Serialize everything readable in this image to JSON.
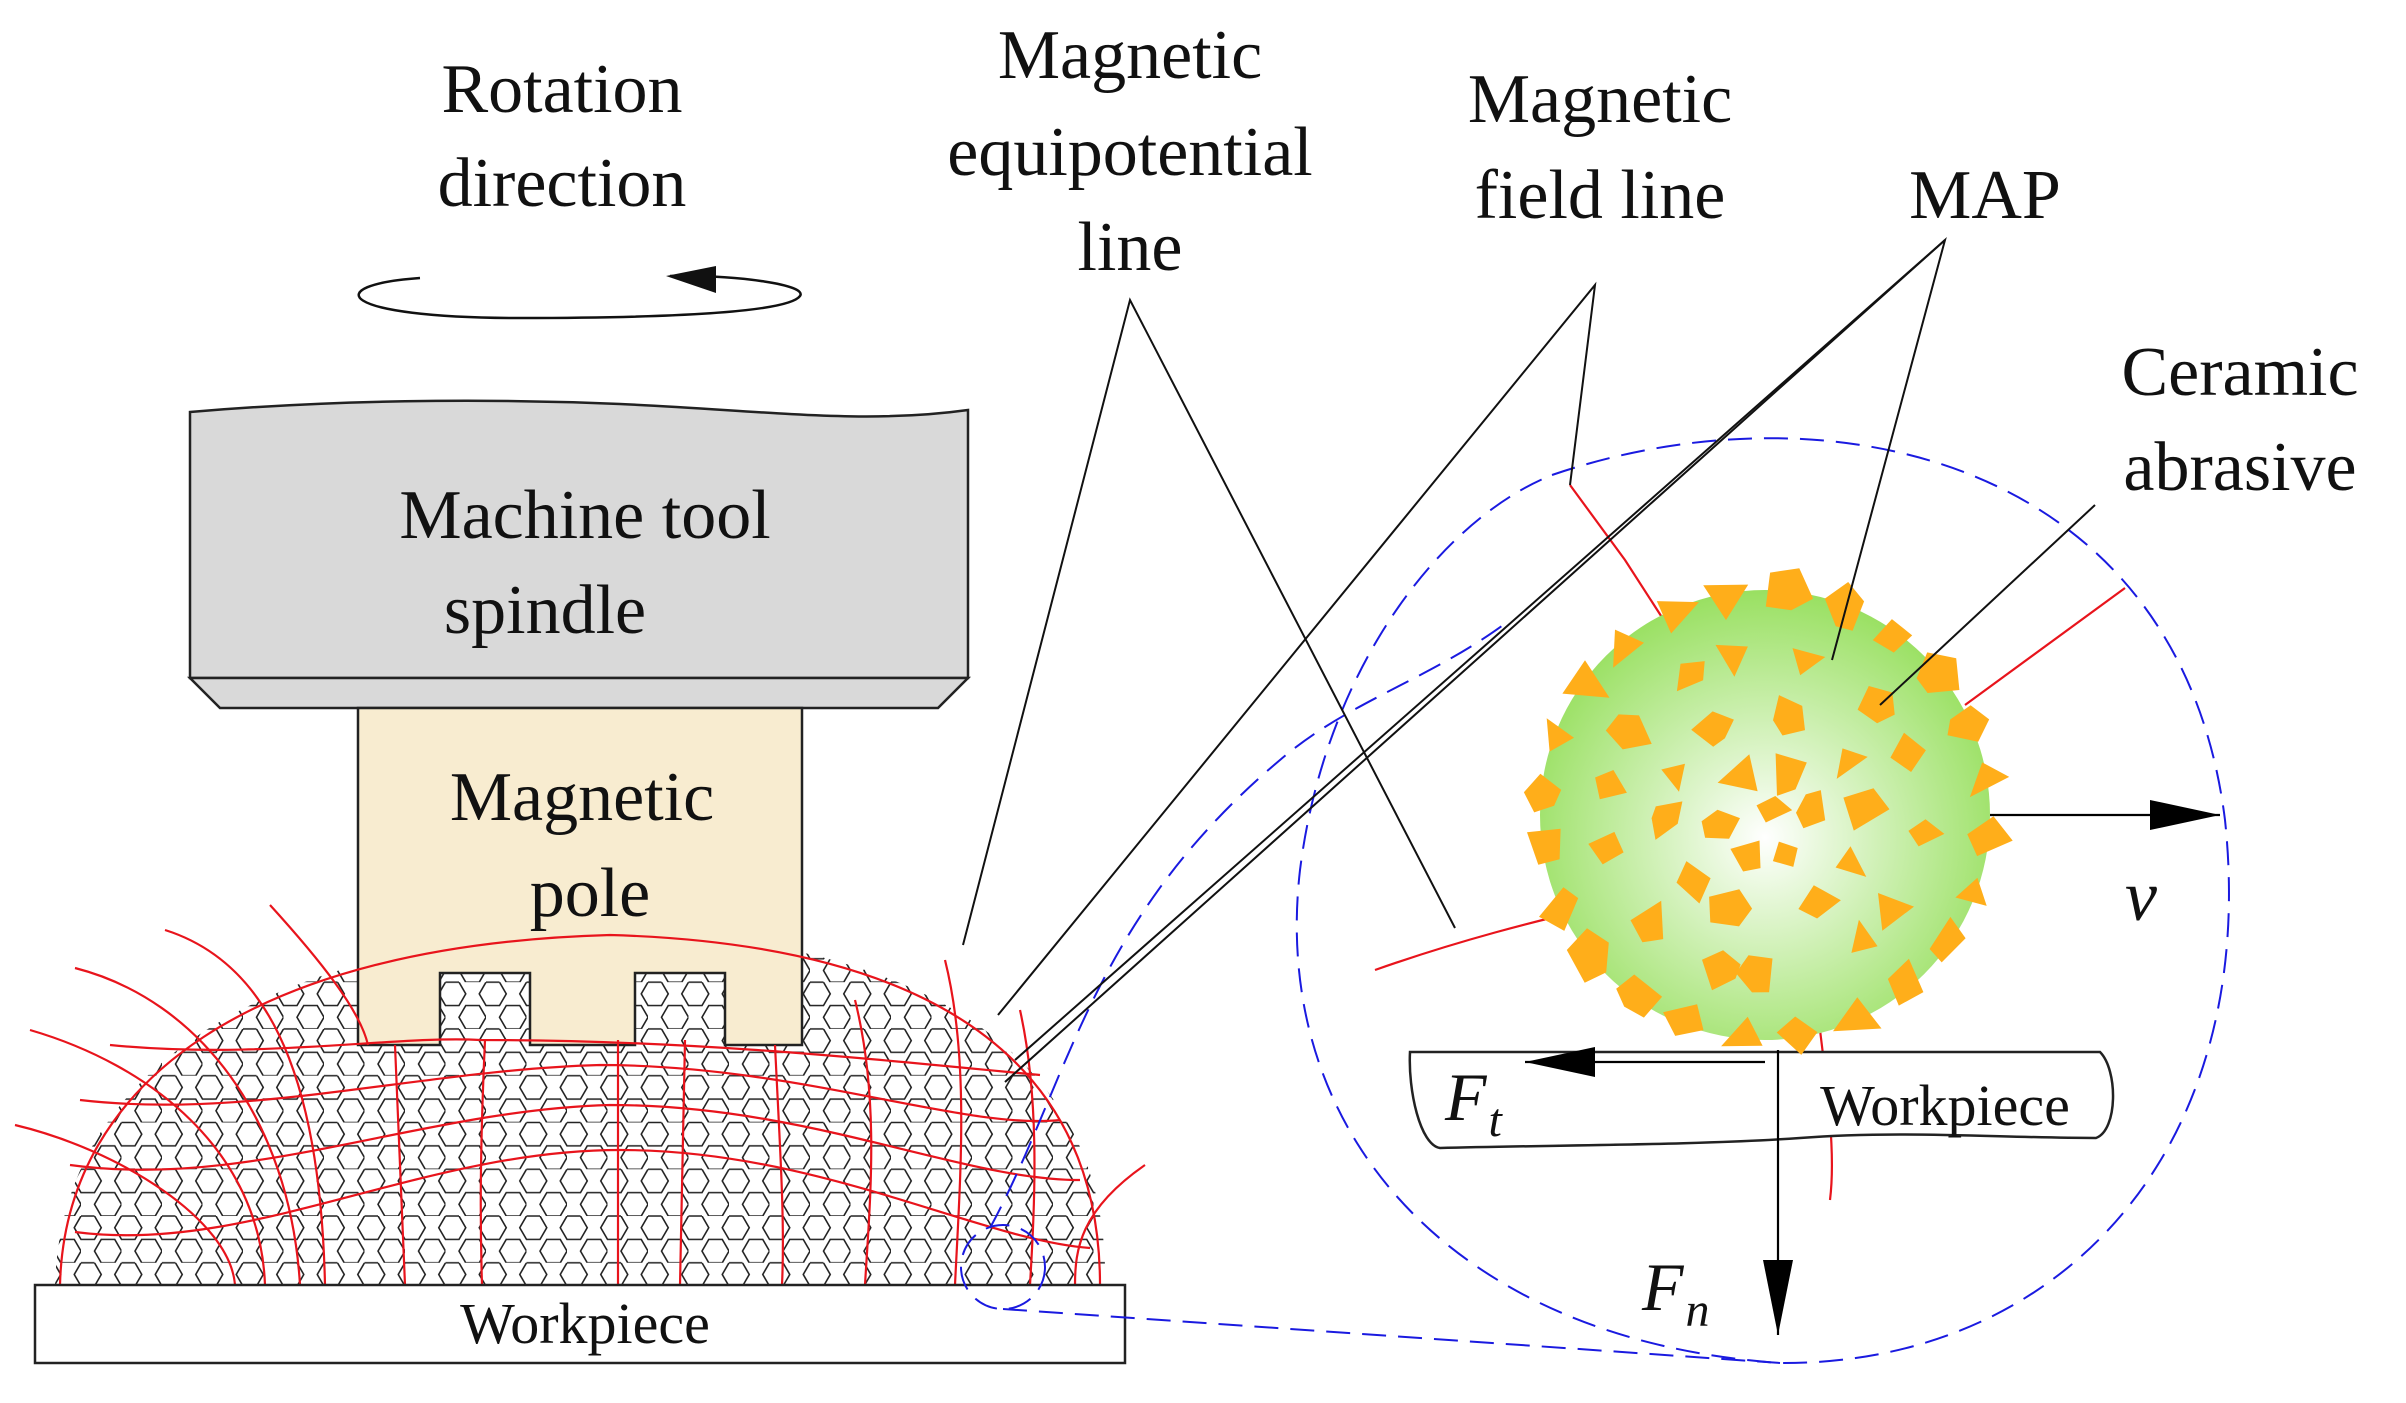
{
  "labels": {
    "rotation_line1": "Rotation",
    "rotation_line2": "direction",
    "equipotential_line1": "Magnetic",
    "equipotential_line2": "equipotential",
    "equipotential_line3": "line",
    "field_line1": "Magnetic",
    "field_line2": "field line",
    "map": "MAP",
    "ceramic_line1": "Ceramic",
    "ceramic_line2": "abrasive",
    "spindle_line1": "Machine tool",
    "spindle_line2": "spindle",
    "pole_line1": "Magnetic",
    "pole_line2": "pole",
    "workpiece_main": "Workpiece",
    "workpiece_detail": "Workpiece",
    "velocity": "v",
    "ft_main": "F",
    "ft_sub": "t",
    "fn_main": "F",
    "fn_sub": "n"
  },
  "colors": {
    "spindle": "#d9d9d9",
    "pole": "#f8ecd0",
    "field_line": "#e8141c",
    "detail_circle": "#1a1ae0",
    "particle_center": "#ffffff",
    "particle_edge": "#99e061",
    "abrasive": "#ffae1a"
  }
}
